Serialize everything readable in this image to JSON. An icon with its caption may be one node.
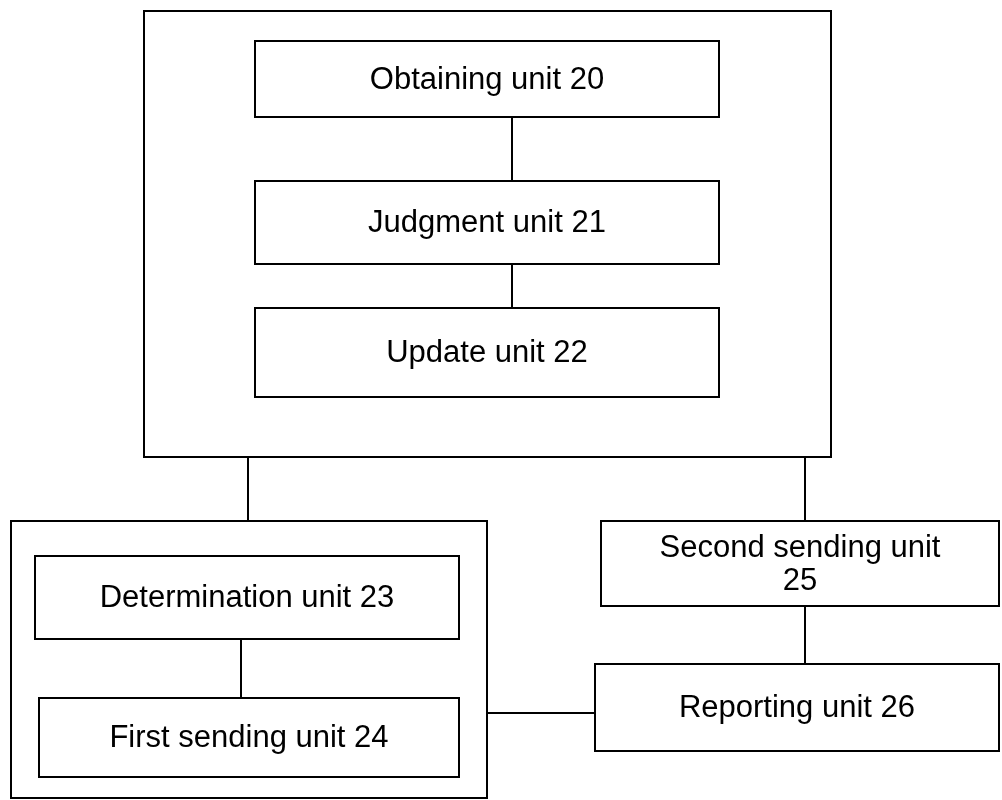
{
  "diagram": {
    "nodes": [
      {
        "text": [],
        "shape": "box"
      },
      {
        "text": [
          "Obtaining unit 20"
        ],
        "in": 0
      },
      {
        "text": [
          "Judgment unit 21"
        ],
        "in": 0
      },
      {
        "text": [
          "Update unit 22"
        ],
        "in": 0
      },
      {
        "text": [],
        "shape": "box"
      },
      {
        "text": [
          "Determination unit 23"
        ],
        "in": 4
      },
      {
        "text": [
          "First sending unit 24"
        ],
        "in": 4
      },
      {
        "text": [
          "Second sending unit 25"
        ]
      },
      {
        "text": [
          "Reporting unit 26"
        ]
      }
    ],
    "edges": [
      {
        "from": 1,
        "to": 2,
        "arrow": "none"
      },
      {
        "from": 2,
        "to": 3,
        "arrow": "none"
      },
      {
        "from": 0,
        "to": 4,
        "arrow": "none"
      },
      {
        "from": 0,
        "to": 7,
        "arrow": "none"
      },
      {
        "from": 5,
        "to": 6,
        "arrow": "none"
      },
      {
        "from": 7,
        "to": 8,
        "arrow": "none"
      },
      {
        "from": 4,
        "to": 8,
        "arrow": "none"
      }
    ]
  }
}
